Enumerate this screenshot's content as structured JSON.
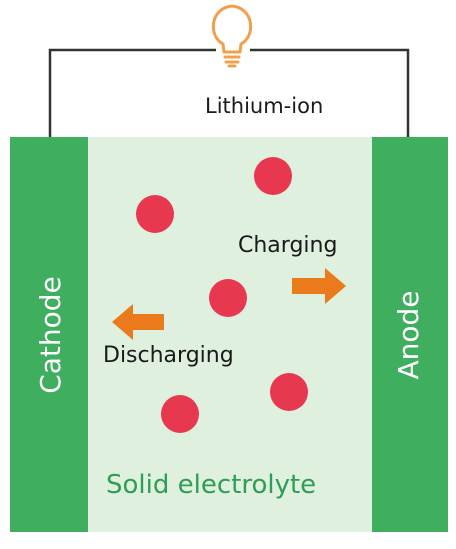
{
  "labels": {
    "lithium_ion": "Lithium-ion",
    "charging": "Charging",
    "discharging": "Discharging",
    "cathode": "Cathode",
    "anode": "Anode",
    "electrolyte": "Solid electrolyte"
  },
  "colors": {
    "electrode": "#3fae5f",
    "electrolyte": "#dff0de",
    "ion": "#e8384f",
    "arrow": "#ea7a1c",
    "wire": "#333333",
    "bulb": "#f0a04b",
    "electrolyte_text": "#2e9e55"
  },
  "icons": {
    "bulb": "lightbulb-icon",
    "charging_arrow": "arrow-right-icon",
    "discharging_arrow": "arrow-left-icon"
  }
}
